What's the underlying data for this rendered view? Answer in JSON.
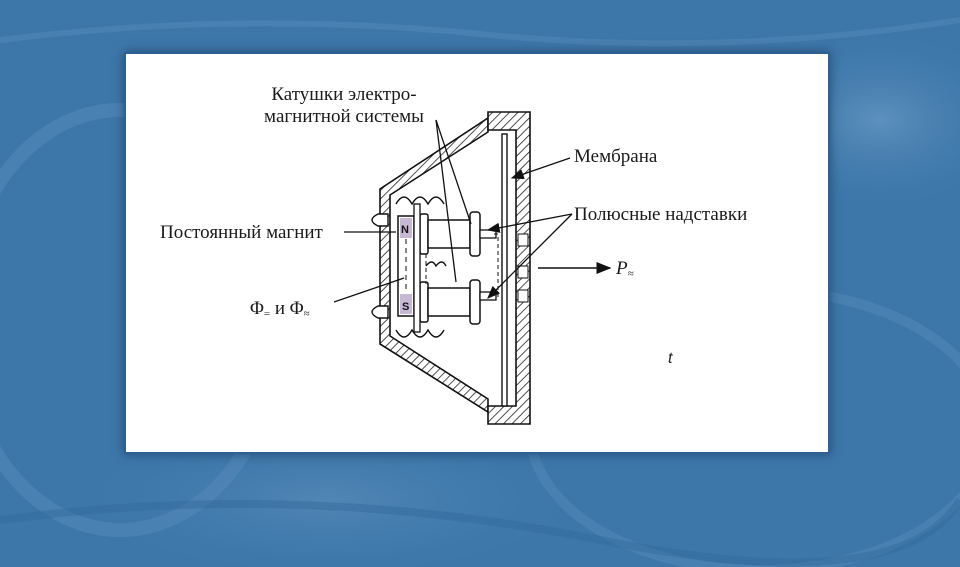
{
  "slide": {
    "labels": {
      "coils_line1": "Катушки электро-",
      "coils_line2": "магнитной системы",
      "membrane": "Мембрана",
      "permanent_magnet": "Постоянный магнит",
      "pole_pieces": "Полюсные надставки",
      "flux_a": "Φ",
      "flux_a_sub": "=",
      "flux_mid": " и ",
      "flux_b": "Φ",
      "flux_b_sub": "≈",
      "pressure": "P",
      "pressure_sub": "≈",
      "magnet_n": "N",
      "magnet_s": "S",
      "t_mark": "t"
    },
    "colors": {
      "background": "#3f79ac",
      "card": "#ffffff",
      "ink": "#1a1a1a",
      "magnet_fill": "#c7b9d4"
    }
  }
}
